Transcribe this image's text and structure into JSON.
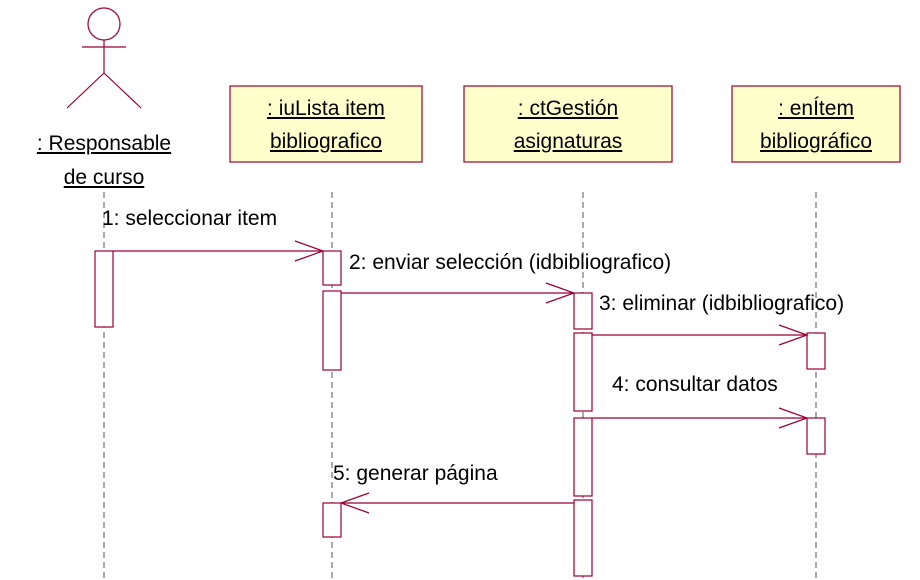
{
  "colors": {
    "box_fill": "#ffffcc",
    "box_border": "#990033",
    "line": "#990033",
    "text": "#000000",
    "background": "#ffffff"
  },
  "actor": {
    "icon": "stick-figure-actor-icon",
    "name_line1": ": Responsable",
    "name_line2": "de curso"
  },
  "objects": [
    {
      "line1": ": iuLista item",
      "line2": "bibliografico"
    },
    {
      "line1": ": ctGestión",
      "line2": "asignaturas"
    },
    {
      "line1": ": enÍtem",
      "line2": "bibliográfico"
    }
  ],
  "messages": [
    {
      "label": "1: seleccionar item",
      "from": "actor",
      "to": "objects.0",
      "direction": "forward"
    },
    {
      "label": "2: enviar selección (idbibliografico)",
      "from": "objects.0",
      "to": "objects.1",
      "direction": "forward"
    },
    {
      "label": "3: eliminar (idbibliografico)",
      "from": "objects.1",
      "to": "objects.2",
      "direction": "forward"
    },
    {
      "label": "4: consultar datos",
      "from": "objects.1",
      "to": "objects.2",
      "direction": "forward"
    },
    {
      "label": "5: generar página",
      "from": "objects.1",
      "to": "objects.0",
      "direction": "return"
    }
  ]
}
